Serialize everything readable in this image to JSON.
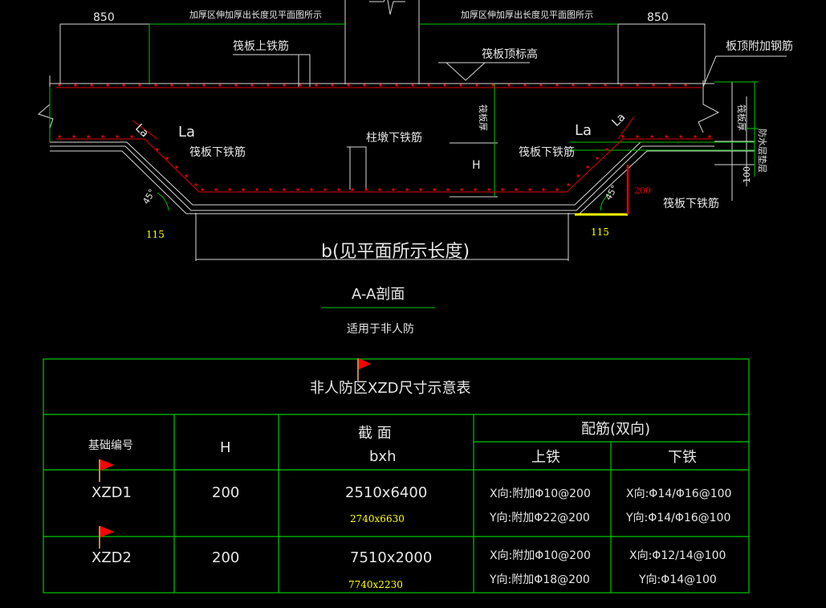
{
  "colors": {
    "background": "#000000",
    "line_white": "#e6e6e6",
    "line_green": "#00c800",
    "rebar_red": "#e00000",
    "highlight_yellow": "#ffff00",
    "flag_red": "#ff0000",
    "flag_pole": "#b8874a"
  },
  "section": {
    "top_dim_left": "850",
    "top_dim_right": "850",
    "thicken_note_left": "加厚区伸加厚出长度见平面图所示",
    "thicken_note_right": "加厚区伸加厚出长度见平面图所示",
    "label_top_rebar": "筏板上铁筋",
    "label_top_elevation": "筏板顶标高",
    "label_slab_extra": "板顶附加钢筋",
    "label_raft_thickness_mid": "筏板厚",
    "label_raft_thickness_right": "筏板厚",
    "label_bottom_rebar_left": "筏板下铁筋",
    "label_bottom_rebar_mid": "筏板下铁筋",
    "label_bottom_rebar_right": "筏板下铁筋",
    "label_column_bottom": "柱墩下铁筋",
    "label_la_1": "La",
    "label_la_2": "La",
    "label_la_3": "La",
    "label_la_4": "La",
    "label_h": "H",
    "label_angle_left": "45°",
    "label_angle_right": "45°",
    "label_cushion": "防水层垫层",
    "dim_100": "100",
    "dim_115_left": "115",
    "dim_115_right": "115",
    "dim_200_red": "200",
    "label_b": "b(见平面所示长度)",
    "title": "A-A剖面",
    "subtitle": "适用于非人防"
  },
  "table": {
    "title": "非人防区XZD尺寸示意表",
    "header_code": "基础编号",
    "header_h": "H",
    "header_section": "截  面",
    "header_section_sub": "bxh",
    "header_rebar": "配筋(双向)",
    "header_top": "上铁",
    "header_bottom": "下铁",
    "rows": [
      {
        "code": "XZD1",
        "h": "200",
        "section": "2510x6400",
        "section_alt": "2740x6630",
        "top_x": "X向:附加Φ10@200",
        "top_y": "Y向:附加Φ22@200",
        "bottom_x": "X向:Φ14/Φ16@100",
        "bottom_y": "Y向:Φ14/Φ16@100"
      },
      {
        "code": "XZD2",
        "h": "200",
        "section": "7510x2000",
        "section_alt": "7740x2230",
        "top_x": "X向:附加Φ10@200",
        "top_y": "Y向:附加Φ18@200",
        "bottom_x": "X向:Φ12/14@100",
        "bottom_y": "Y向:Φ14@100"
      }
    ]
  }
}
